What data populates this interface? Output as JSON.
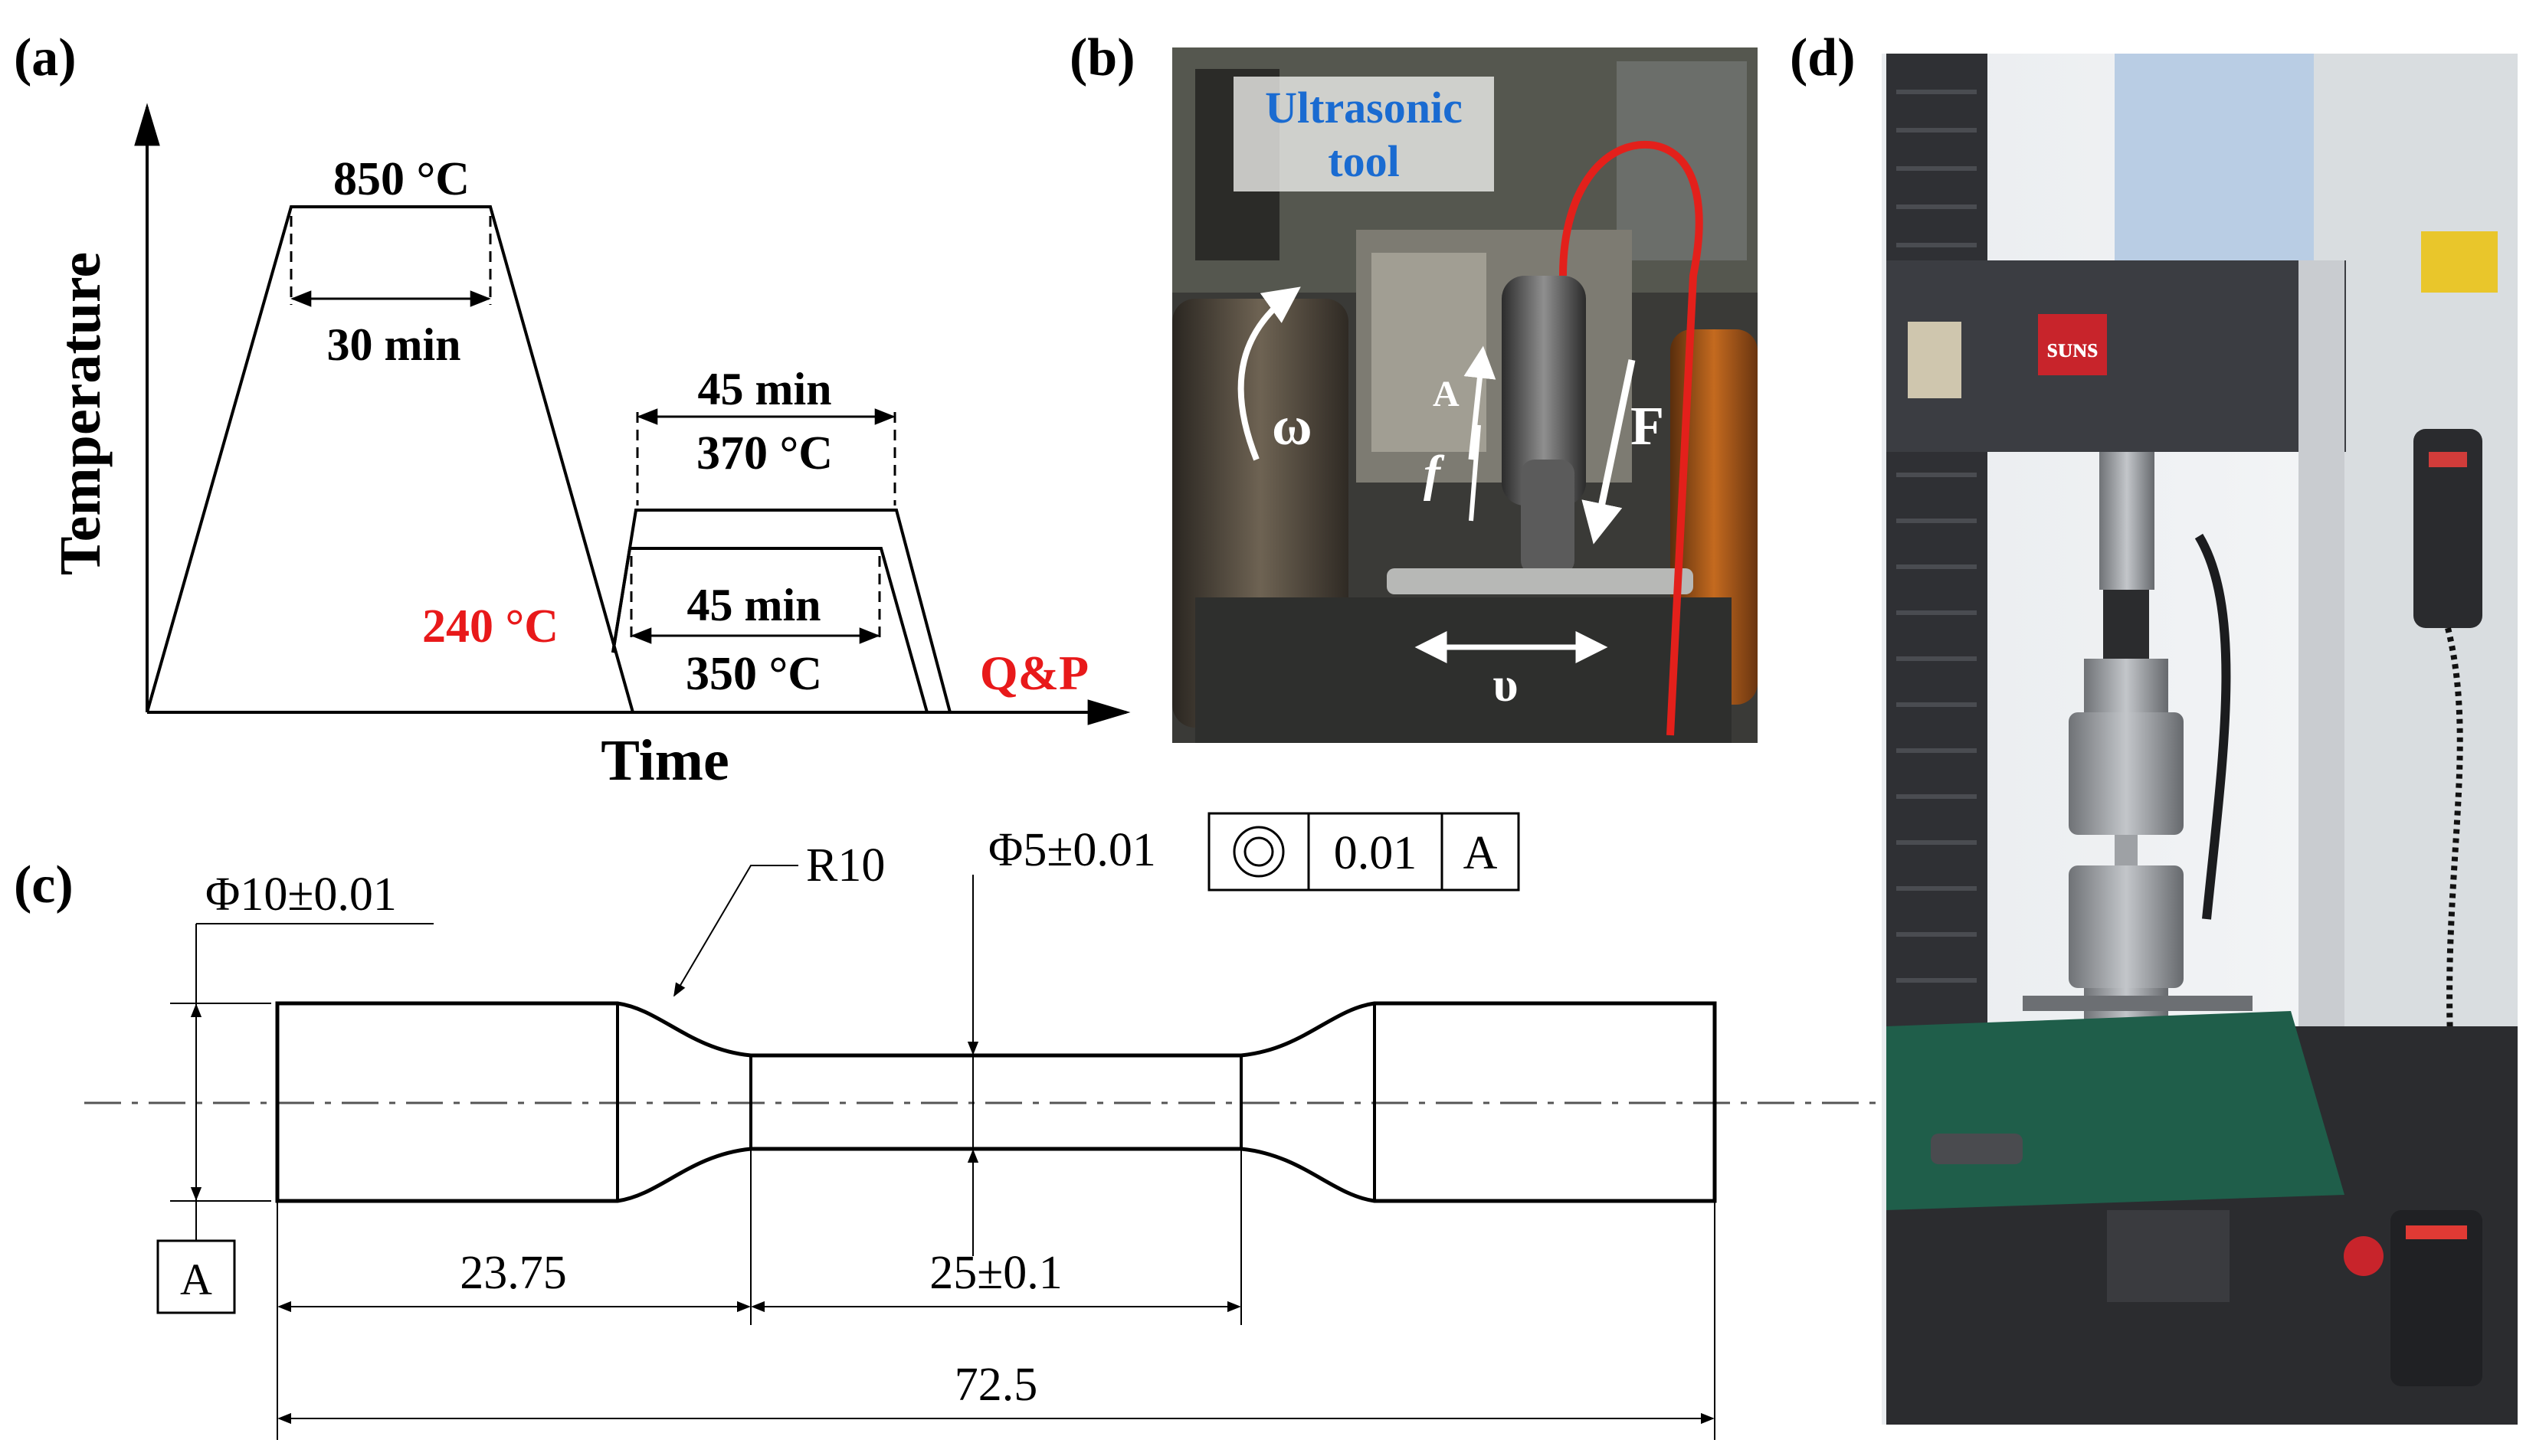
{
  "panels": {
    "a": "(a)",
    "b": "(b)",
    "c": "(c)",
    "d": "(d)"
  },
  "heat_treatment": {
    "ylabel": "Temperature",
    "xlabel": "Time",
    "austenitize_temp": "850 °C",
    "austenitize_time": "30 min",
    "quench_temp": "240 °C",
    "partition_high_time": "45 min",
    "partition_high_temp": "370 °C",
    "partition_low_time": "45 min",
    "partition_low_temp": "350 °C",
    "process_label": "Q&P",
    "colors": {
      "highlight": "#e8191a",
      "line": "#000000"
    }
  },
  "ultrasonic_photo": {
    "tool_label_line1": "Ultrasonic",
    "tool_label_line2": "tool",
    "rotation": "ω",
    "amplitude": "A",
    "frequency": "f",
    "force": "F",
    "velocity": "υ",
    "colors": {
      "tool_label": "#1a6bd1",
      "arrows": "#ffffff"
    }
  },
  "specimen_drawing": {
    "grip_diameter": "Φ10±0.01",
    "fillet_radius": "R10",
    "gauge_diameter": "Φ5±0.01",
    "tolerance_value": "0.01",
    "datum_ref": "A",
    "datum_label": "A",
    "shoulder_length": "23.75",
    "gauge_length": "25±0.1",
    "total_length": "72.5",
    "concentricity_icon": "concentricity-icon"
  },
  "testing_machine_photo": {
    "brand": "sᴜɴs",
    "colors": {
      "brand_red": "#c8242b",
      "frame": "#3b3d42",
      "mat": "#1f5e4a"
    }
  }
}
